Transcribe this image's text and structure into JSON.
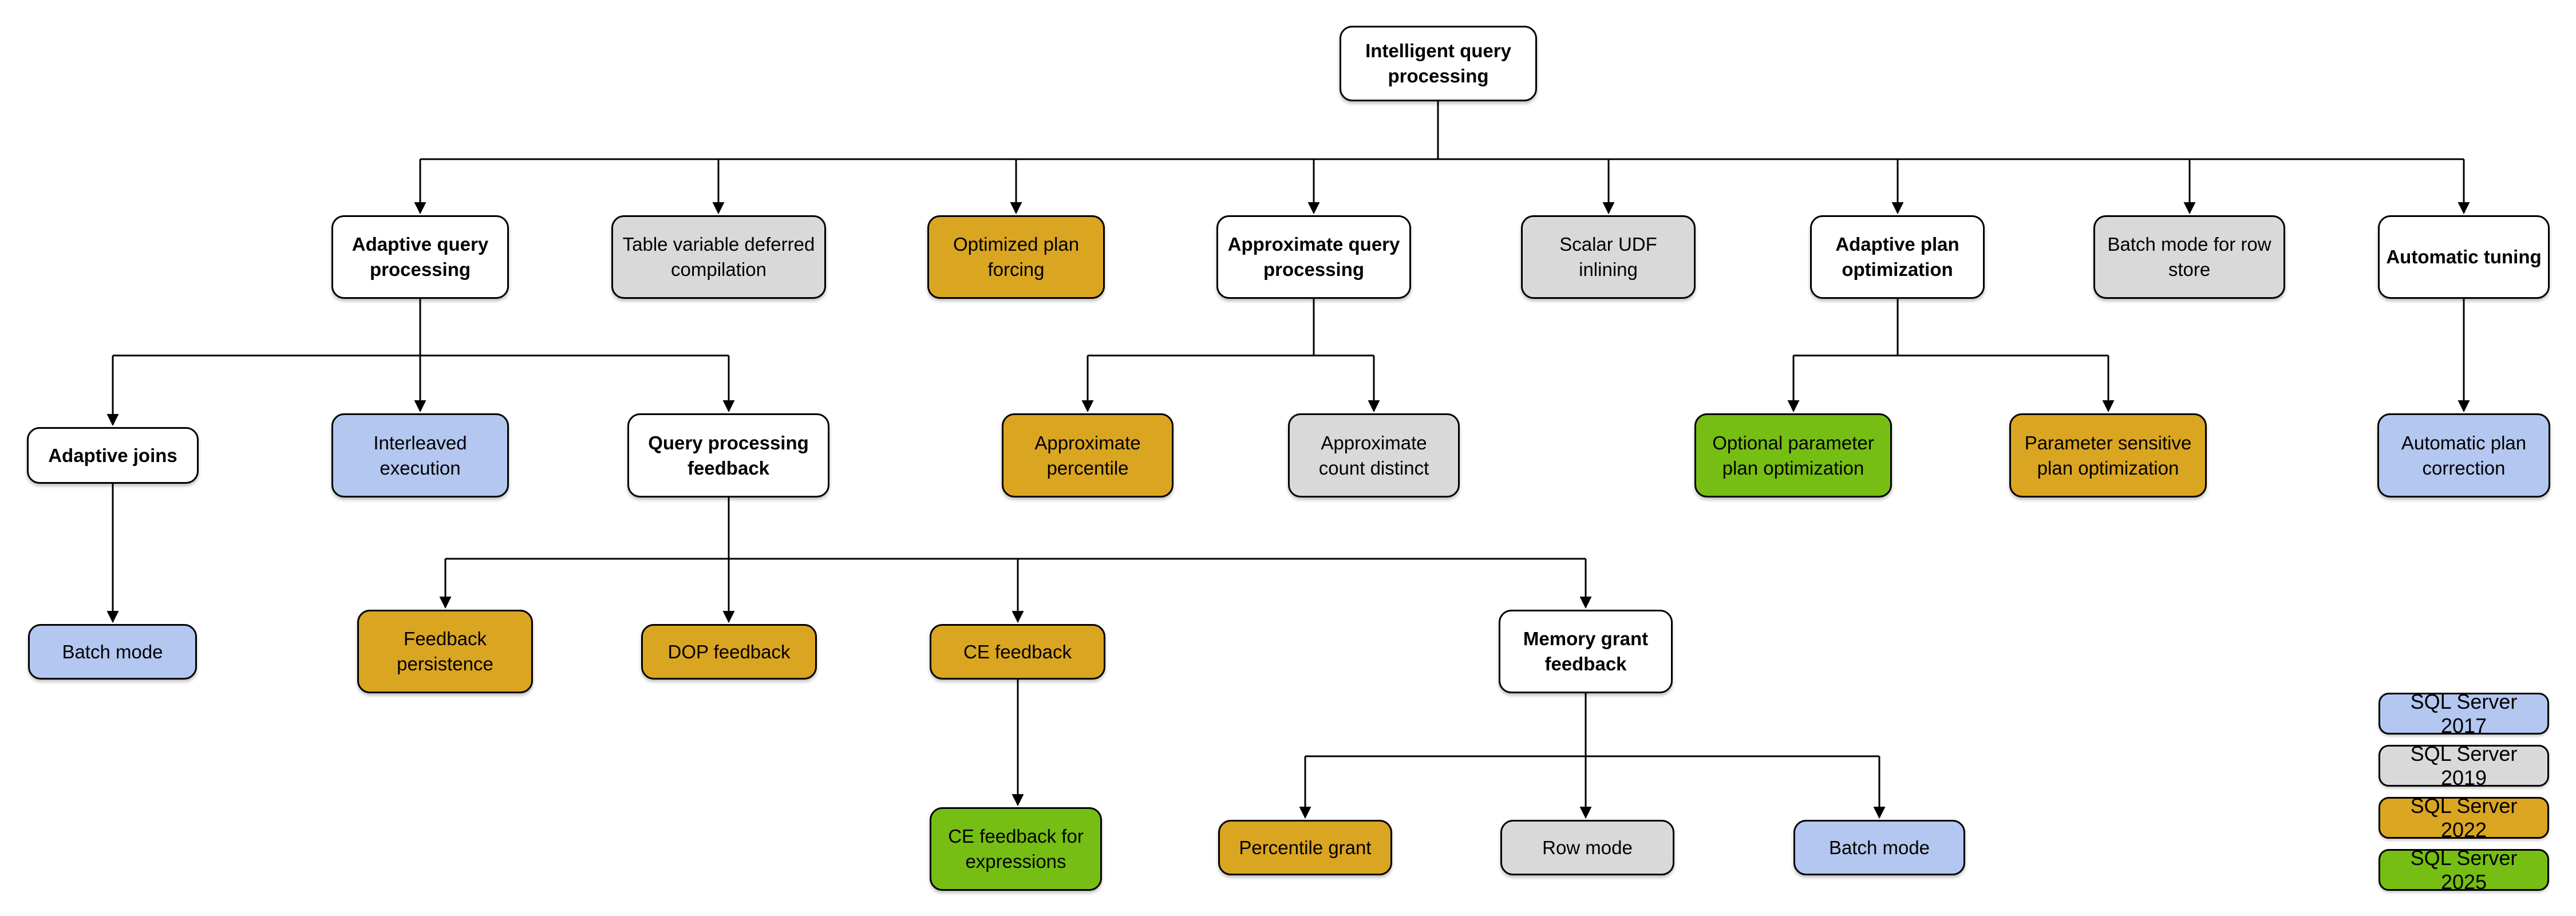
{
  "colors": {
    "base": "#FFFFFF",
    "v2017": "#B4C7F0",
    "v2019": "#D9D9D9",
    "v2022": "#DAA521",
    "v2025": "#76BE13",
    "line": "#000000"
  },
  "nodes": [
    {
      "label": "Intelligent query processing",
      "version": "base"
    },
    {
      "label": "Adaptive query processing",
      "version": "base"
    },
    {
      "label": "Table variable deferred compilation",
      "version": "v2019"
    },
    {
      "label": "Optimized plan forcing",
      "version": "v2022"
    },
    {
      "label": "Approximate query processing",
      "version": "base"
    },
    {
      "label": "Scalar UDF inlining",
      "version": "v2019"
    },
    {
      "label": "Adaptive plan optimization",
      "version": "base"
    },
    {
      "label": "Batch mode for row store",
      "version": "v2019"
    },
    {
      "label": "Automatic tuning",
      "version": "base"
    },
    {
      "label": "Adaptive joins",
      "version": "base"
    },
    {
      "label": "Interleaved execution",
      "version": "v2017"
    },
    {
      "label": "Query processing feedback",
      "version": "base"
    },
    {
      "label": "Approximate percentile",
      "version": "v2022"
    },
    {
      "label": "Approximate count distinct",
      "version": "v2019"
    },
    {
      "label": "Optional parameter plan optimization",
      "version": "v2025"
    },
    {
      "label": "Parameter sensitive plan optimization",
      "version": "v2022"
    },
    {
      "label": "Automatic plan correction",
      "version": "v2017"
    },
    {
      "label": "Batch mode",
      "version": "v2017"
    },
    {
      "label": "Feedback persistence",
      "version": "v2022"
    },
    {
      "label": "DOP feedback",
      "version": "v2022"
    },
    {
      "label": "CE feedback",
      "version": "v2022"
    },
    {
      "label": "Memory grant feedback",
      "version": "base"
    },
    {
      "label": "CE feedback for expressions",
      "version": "v2025"
    },
    {
      "label": "Percentile grant",
      "version": "v2022"
    },
    {
      "label": "Row mode",
      "version": "v2019"
    },
    {
      "label": "Batch mode",
      "version": "v2017"
    }
  ],
  "edges": [
    [
      0,
      1
    ],
    [
      0,
      2
    ],
    [
      0,
      3
    ],
    [
      0,
      4
    ],
    [
      0,
      5
    ],
    [
      0,
      6
    ],
    [
      0,
      7
    ],
    [
      0,
      8
    ],
    [
      1,
      9
    ],
    [
      1,
      10
    ],
    [
      1,
      11
    ],
    [
      4,
      12
    ],
    [
      4,
      13
    ],
    [
      6,
      14
    ],
    [
      6,
      15
    ],
    [
      8,
      16
    ],
    [
      9,
      17
    ],
    [
      11,
      18
    ],
    [
      11,
      19
    ],
    [
      11,
      20
    ],
    [
      11,
      21
    ],
    [
      20,
      22
    ],
    [
      21,
      23
    ],
    [
      21,
      24
    ],
    [
      21,
      25
    ]
  ],
  "legend": {
    "items": [
      {
        "label": "SQL Server 2017",
        "version": "v2017"
      },
      {
        "label": "SQL Server 2019",
        "version": "v2019"
      },
      {
        "label": "SQL Server 2022",
        "version": "v2022"
      },
      {
        "label": "SQL Server 2025",
        "version": "v2025"
      }
    ]
  }
}
